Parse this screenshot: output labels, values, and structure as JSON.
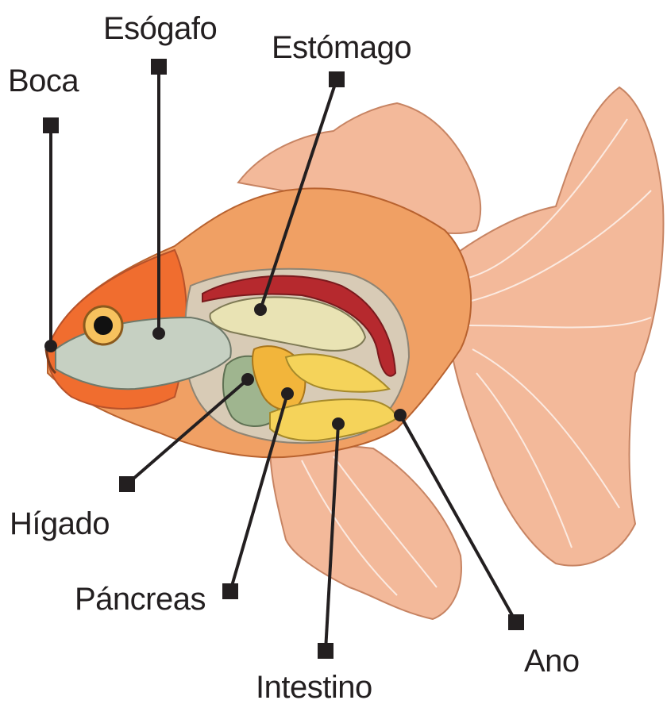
{
  "labels": {
    "boca": "Boca",
    "esofago": "Esógafo",
    "estomago": "Estómago",
    "higado": "Hígado",
    "pancreas": "Páncreas",
    "ano": "Ano",
    "intestino": "Intestino"
  },
  "colors": {
    "fin": "#f3b99a",
    "fin_rays": "#ffffff",
    "body": "#f0a064",
    "body_dark": "#e4783c",
    "head": "#f06d2f",
    "cavity": "#d8cbb6",
    "esophagus": "#c6d0c2",
    "stomach": "#e9e3b4",
    "liver": "#9fb58f",
    "pancreas": "#f2b53b",
    "intestine": "#f5d35a",
    "kidney": "#b6292e",
    "leader_line": "#231f20"
  }
}
